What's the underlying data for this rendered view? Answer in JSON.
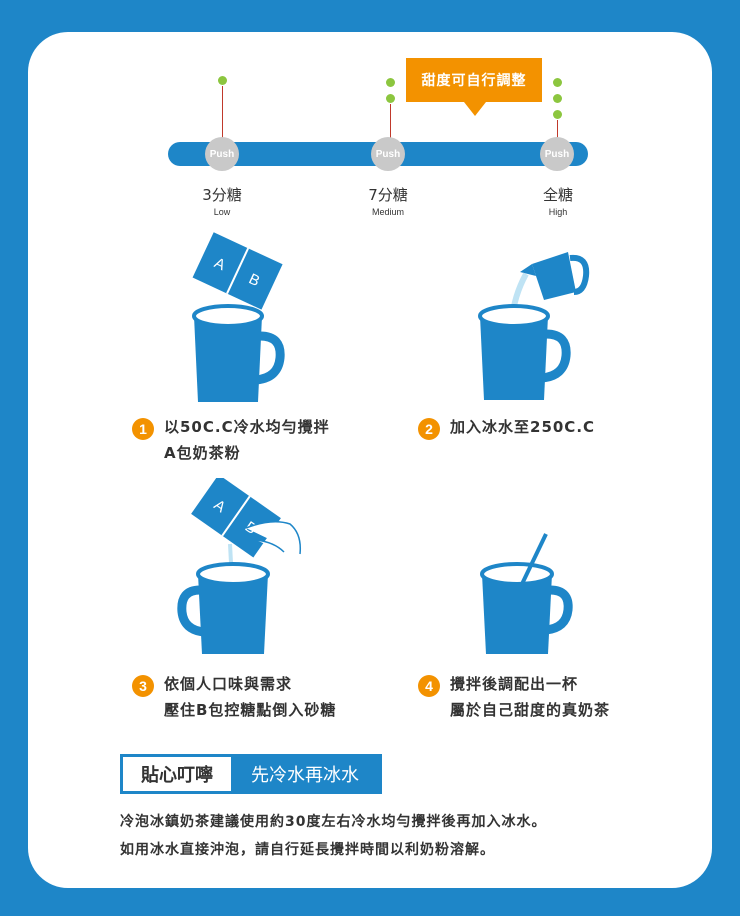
{
  "sweetness": {
    "callout": "甜度可自行調整",
    "button_label": "Push",
    "levels": [
      {
        "label": "3分糖",
        "sub": "Low"
      },
      {
        "label": "7分糖",
        "sub": "Medium"
      },
      {
        "label": "全糖",
        "sub": "High"
      }
    ]
  },
  "packets": {
    "a": "A",
    "b": "B"
  },
  "steps": [
    {
      "num": "1",
      "line1": "以50C.C冷水均勻攪拌",
      "line2": "A包奶茶粉"
    },
    {
      "num": "2",
      "line1": "加入冰水至250C.C",
      "line2": ""
    },
    {
      "num": "3",
      "line1": "依個人口味與需求",
      "line2": "壓住B包控糖點倒入砂糖"
    },
    {
      "num": "4",
      "line1": "攪拌後調配出一杯",
      "line2": "屬於自己甜度的真奶茶"
    }
  ],
  "tip": {
    "label": "貼心叮嚀",
    "title": "先冷水再冰水",
    "line1": "冷泡冰鎮奶茶建議使用約30度左右冷水均勻攪拌後再加入冰水。",
    "line2": "如用冰水直接沖泡，請自行延長攪拌時間以利奶粉溶解。"
  },
  "colors": {
    "blue": "#1e86c8",
    "orange": "#f39200",
    "green": "#8cc63f",
    "grey": "#c9c9c9"
  }
}
